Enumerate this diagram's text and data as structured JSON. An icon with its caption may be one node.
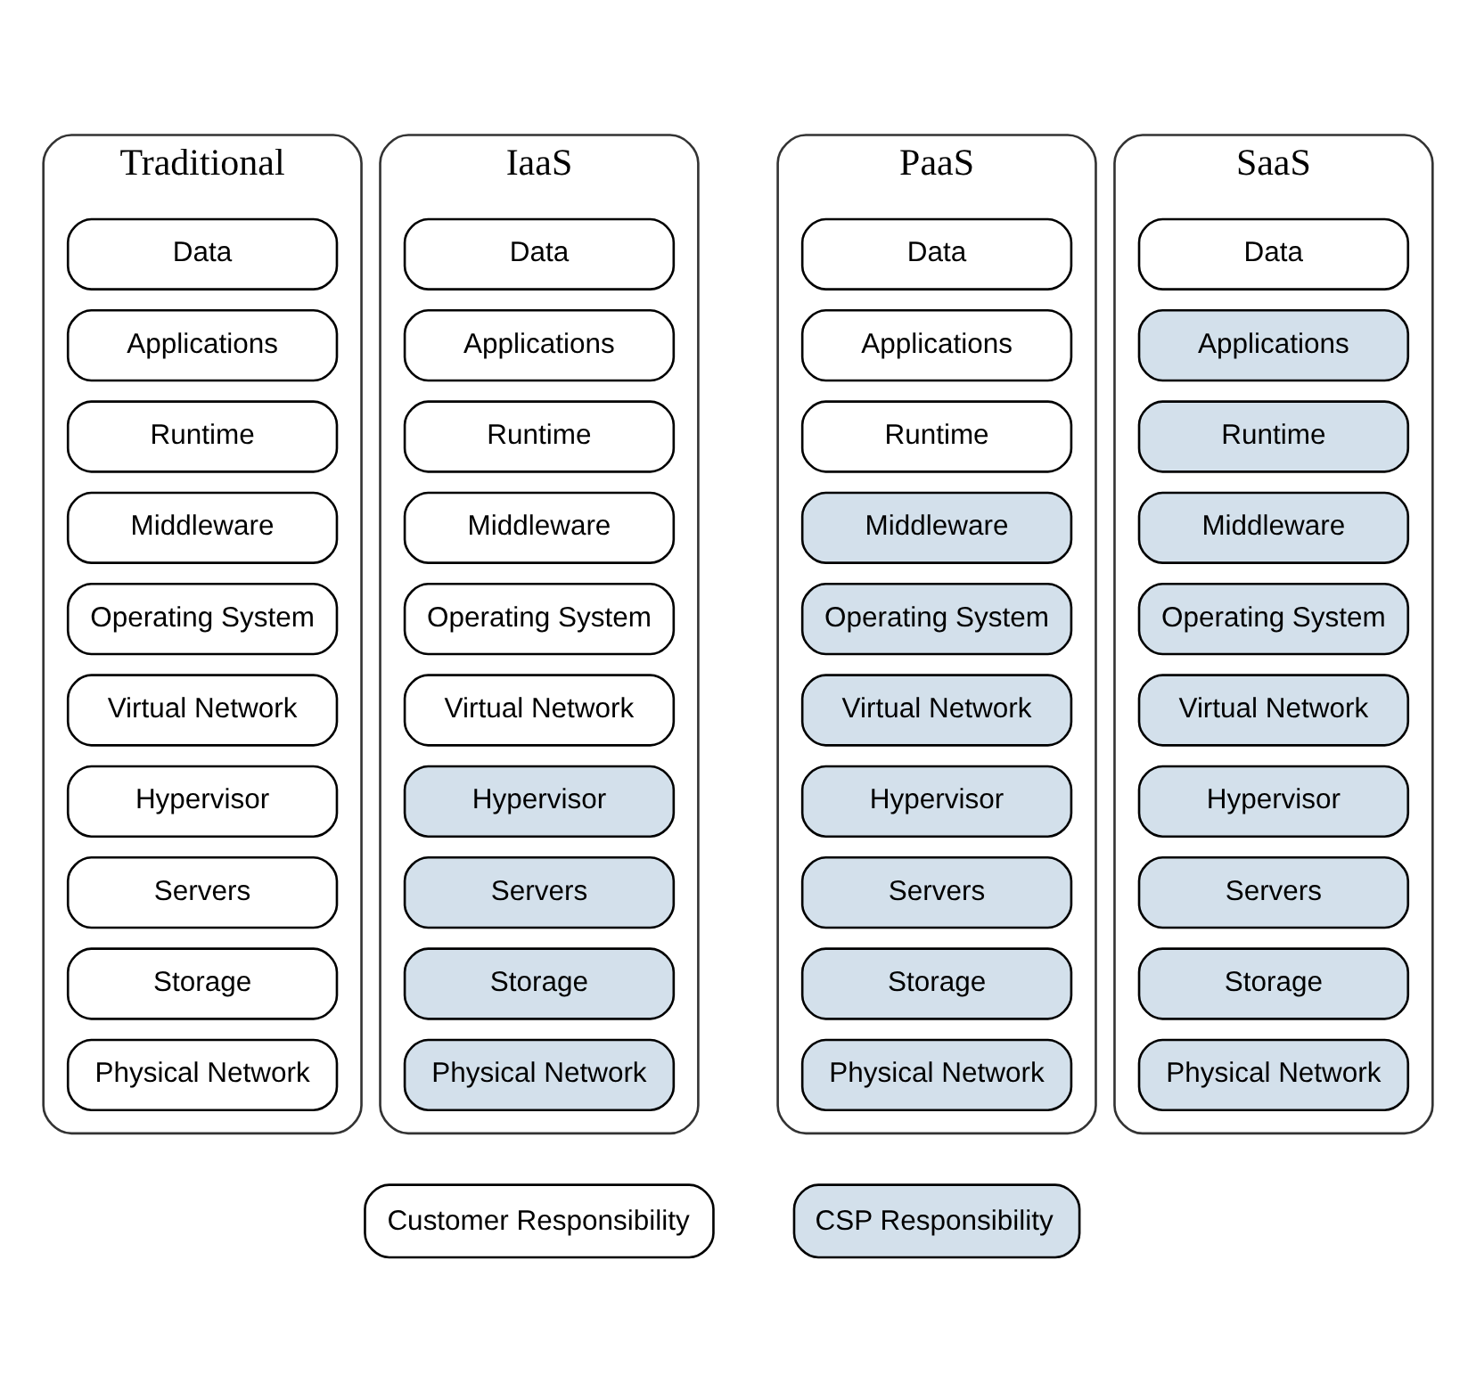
{
  "diagram": {
    "nodes": [
      {
        "text": [
          "Traditional"
        ]
      },
      {
        "text": [
          "Data"
        ],
        "in": 0
      },
      {
        "text": [
          "Applications"
        ],
        "in": 0
      },
      {
        "text": [
          "Runtime"
        ],
        "in": 0
      },
      {
        "text": [
          "Middleware"
        ],
        "in": 0
      },
      {
        "text": [
          "Operating System"
        ],
        "in": 0
      },
      {
        "text": [
          "Virtual Network"
        ],
        "in": 0
      },
      {
        "text": [
          "Hypervisor"
        ],
        "in": 0
      },
      {
        "text": [
          "Servers"
        ],
        "in": 0
      },
      {
        "text": [
          "Storage"
        ],
        "in": 0
      },
      {
        "text": [
          "Physical Network"
        ],
        "in": 0
      },
      {
        "text": [
          "IaaS"
        ]
      },
      {
        "text": [
          "Data"
        ],
        "in": 11
      },
      {
        "text": [
          "Applications"
        ],
        "in": 11
      },
      {
        "text": [
          "Runtime"
        ],
        "in": 11
      },
      {
        "text": [
          "Middleware"
        ],
        "in": 11
      },
      {
        "text": [
          "Operating System"
        ],
        "in": 11
      },
      {
        "text": [
          "Virtual Network"
        ],
        "in": 11
      },
      {
        "text": [
          "Hypervisor"
        ],
        "in": 11
      },
      {
        "text": [
          "Servers"
        ],
        "in": 11
      },
      {
        "text": [
          "Storage"
        ],
        "in": 11
      },
      {
        "text": [
          "Physical Network"
        ],
        "in": 11
      },
      {
        "text": [
          "PaaS"
        ]
      },
      {
        "text": [
          "Data"
        ],
        "in": 22
      },
      {
        "text": [
          "Applications"
        ],
        "in": 22
      },
      {
        "text": [
          "Runtime"
        ],
        "in": 22
      },
      {
        "text": [
          "Middleware"
        ],
        "in": 22
      },
      {
        "text": [
          "Operating System"
        ],
        "in": 22
      },
      {
        "text": [
          "Virtual Network"
        ],
        "in": 22
      },
      {
        "text": [
          "Hypervisor"
        ],
        "in": 22
      },
      {
        "text": [
          "Servers"
        ],
        "in": 22
      },
      {
        "text": [
          "Storage"
        ],
        "in": 22
      },
      {
        "text": [
          "Physical Network"
        ],
        "in": 22
      },
      {
        "text": [
          "SaaS"
        ]
      },
      {
        "text": [
          "Data"
        ],
        "in": 33
      },
      {
        "text": [
          "Applications"
        ],
        "in": 33
      },
      {
        "text": [
          "Runtime"
        ],
        "in": 33
      },
      {
        "text": [
          "Middleware"
        ],
        "in": 33
      },
      {
        "text": [
          "Operating System"
        ],
        "in": 33
      },
      {
        "text": [
          "Virtual Network"
        ],
        "in": 33
      },
      {
        "text": [
          "Hypervisor"
        ],
        "in": 33
      },
      {
        "text": [
          "Servers"
        ],
        "in": 33
      },
      {
        "text": [
          "Storage"
        ],
        "in": 33
      },
      {
        "text": [
          "Physical Network"
        ],
        "in": 33
      }
    ],
    "edges": [],
    "legend": [
      {
        "text": "Customer Responsibility",
        "color": "#ffffff"
      },
      {
        "text": "CSP Responsibility",
        "color": "#d3e0eb"
      }
    ]
  }
}
